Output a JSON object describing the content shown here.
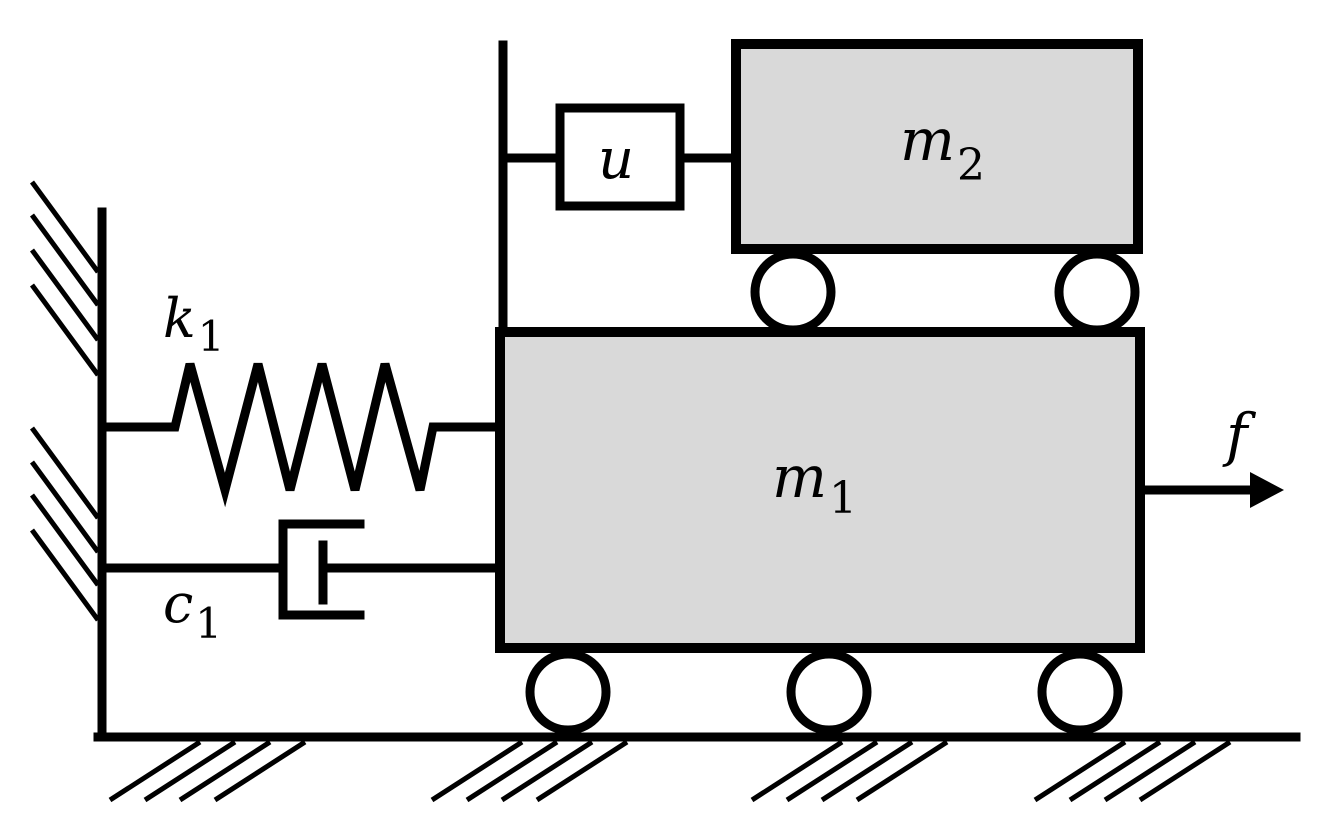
{
  "labels": {
    "m1": "m",
    "m1_sub": "1",
    "m2": "m",
    "m2_sub": "2",
    "u": "u",
    "k1": "k",
    "k1_sub": "1",
    "c1": "c",
    "c1_sub": "1",
    "f": "f"
  },
  "colors": {
    "mass_fill": "#d9d9d9",
    "stroke": "#000000"
  }
}
